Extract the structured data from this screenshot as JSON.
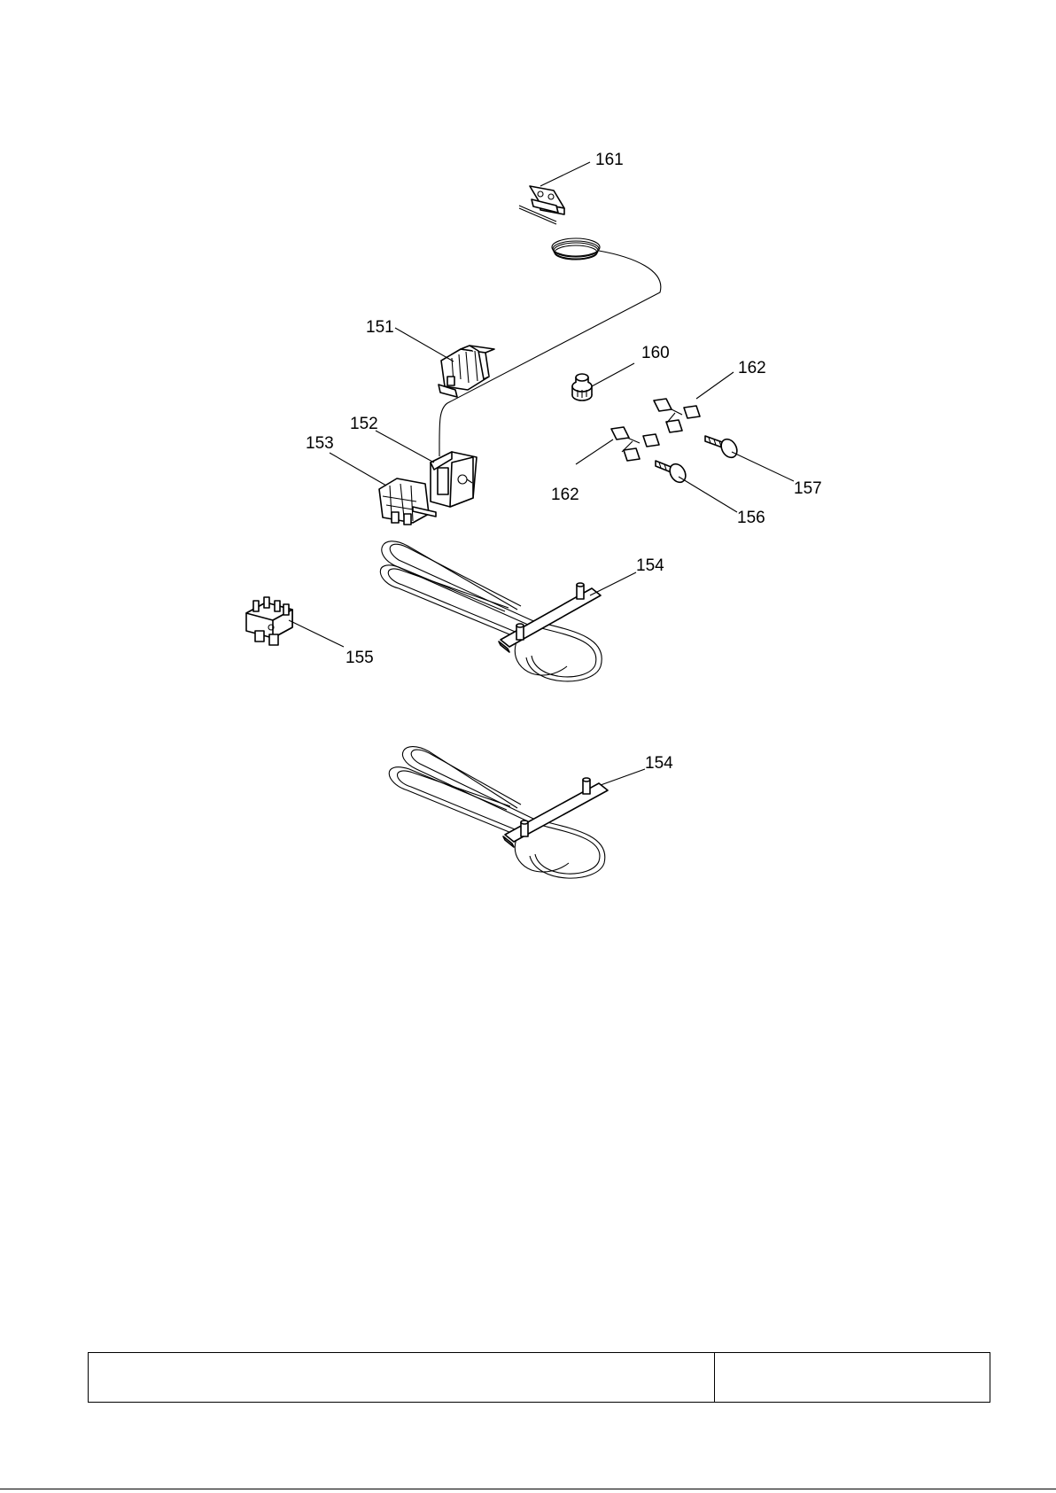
{
  "labels": {
    "p151": "151",
    "p152": "152",
    "p153": "153",
    "p154_upper": "154",
    "p154_lower": "154",
    "p155": "155",
    "p156": "156",
    "p157": "157",
    "p160": "160",
    "p161": "161",
    "p162_upper": "162",
    "p162_lower": "162"
  }
}
